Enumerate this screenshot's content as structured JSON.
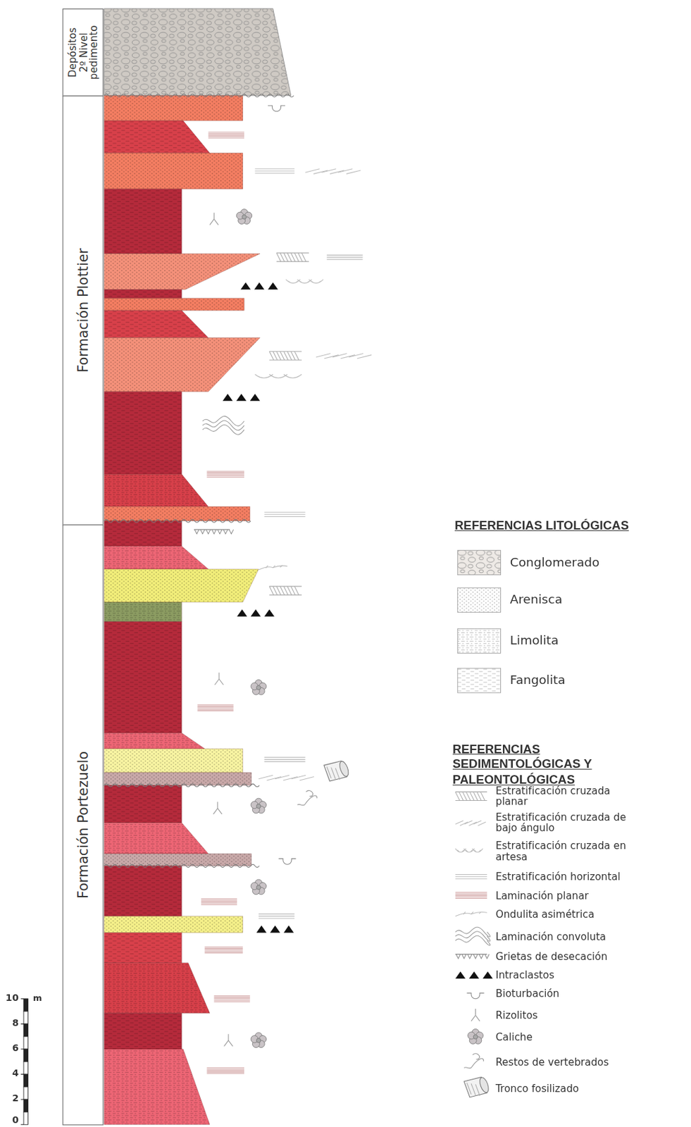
{
  "diagram": {
    "nodes": [
      {
        "text": [
          "Depósitos 2º Nivel pedimento"
        ]
      },
      {
        "text": [
          "Formación Plottier"
        ]
      },
      {
        "text": [
          "Formación Portezuelo"
        ]
      }
    ],
    "labels": [
      "REFERENCIAS LITOLÓGICAS",
      "REFERENCIAS SEDIMENTOLÓGICAS Y PALEONTOLÓGICAS",
      "10",
      "8",
      "6",
      "4",
      "2",
      "0",
      "m"
    ],
    "legend": [
      {
        "text": "Conglomerado"
      },
      {
        "text": "Arenisca"
      },
      {
        "text": "Limolita"
      },
      {
        "text": "Fangolita"
      },
      {
        "text": "Estratificación cruzada planar"
      },
      {
        "text": "Estratificación cruzada de bajo ángulo"
      },
      {
        "text": "Estratificación cruzada en artesa"
      },
      {
        "text": "Estratificación horizontal"
      },
      {
        "text": "Laminación planar"
      },
      {
        "text": "Ondulita asimétrica"
      },
      {
        "text": "Laminación convoluta"
      },
      {
        "text": "Grietas de desecación"
      },
      {
        "text": "Intraclastos"
      },
      {
        "text": "Bioturbación"
      },
      {
        "text": "Rizolitos"
      },
      {
        "text": "Caliche"
      },
      {
        "text": "Restos de vertebrados"
      },
      {
        "text": "Tronco fosilizado"
      }
    ]
  }
}
